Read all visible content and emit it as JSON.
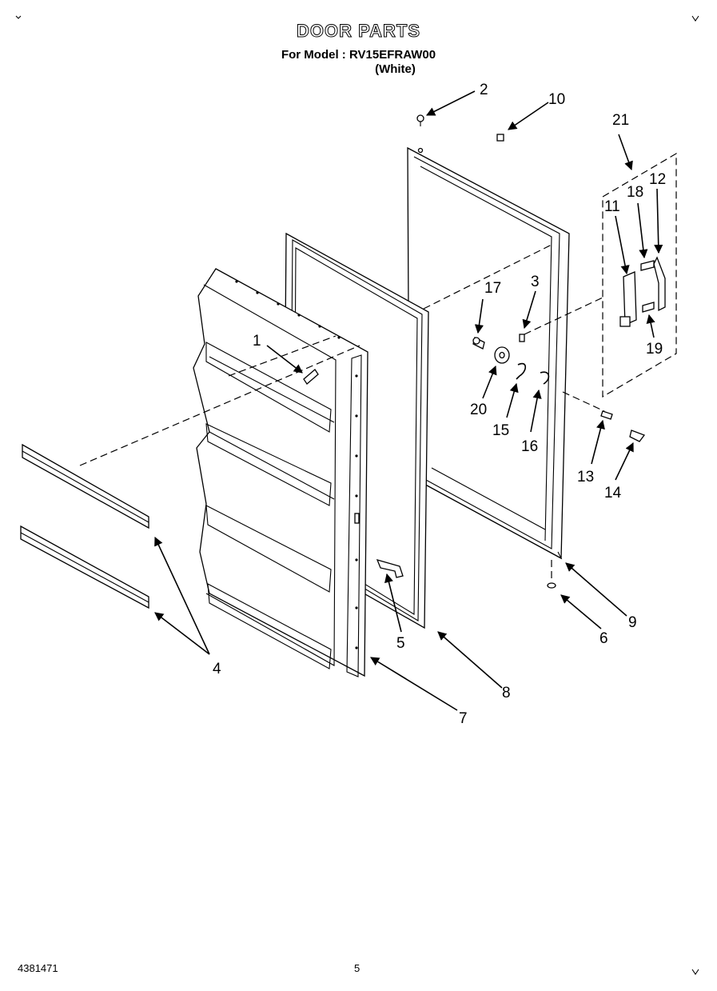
{
  "header": {
    "title": "DOOR PARTS",
    "model_line": "For Model : RV15EFRAW00",
    "color_line": "(White)"
  },
  "callouts": [
    "1",
    "2",
    "3",
    "4",
    "5",
    "6",
    "7",
    "8",
    "9",
    "10",
    "11",
    "12",
    "13",
    "14",
    "15",
    "16",
    "17",
    "18",
    "19",
    "20",
    "21"
  ],
  "footer": {
    "doc_number": "4381471",
    "page_number": "5"
  }
}
